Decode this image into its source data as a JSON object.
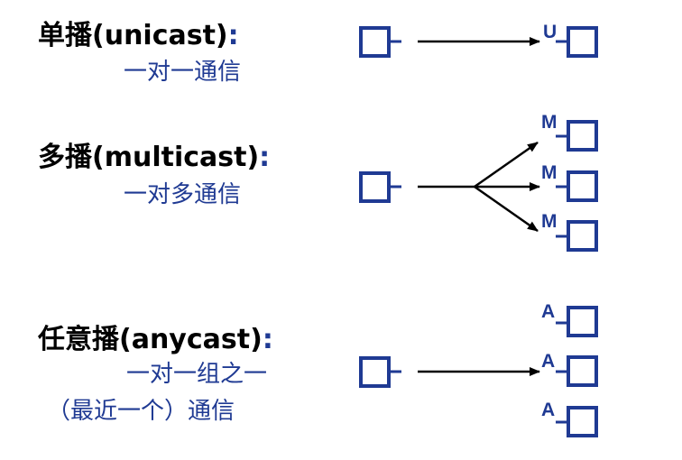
{
  "unicast": {
    "title": "单播(unicast)",
    "colon": ":",
    "subtitle": "一对一通信",
    "label": "U"
  },
  "multicast": {
    "title": "多播(multicast)",
    "colon": ":",
    "subtitle": "一对多通信",
    "labels": [
      "M",
      "M",
      "M"
    ]
  },
  "anycast": {
    "title": "任意播(anycast)",
    "colon": ":",
    "subtitle_line1": "一对一组之一",
    "subtitle_line2": "（最近一个）通信",
    "labels": [
      "A",
      "A",
      "A"
    ]
  },
  "colors": {
    "node": "#1f3a93",
    "text_blue": "#1f3a93",
    "arrow": "#000000"
  }
}
